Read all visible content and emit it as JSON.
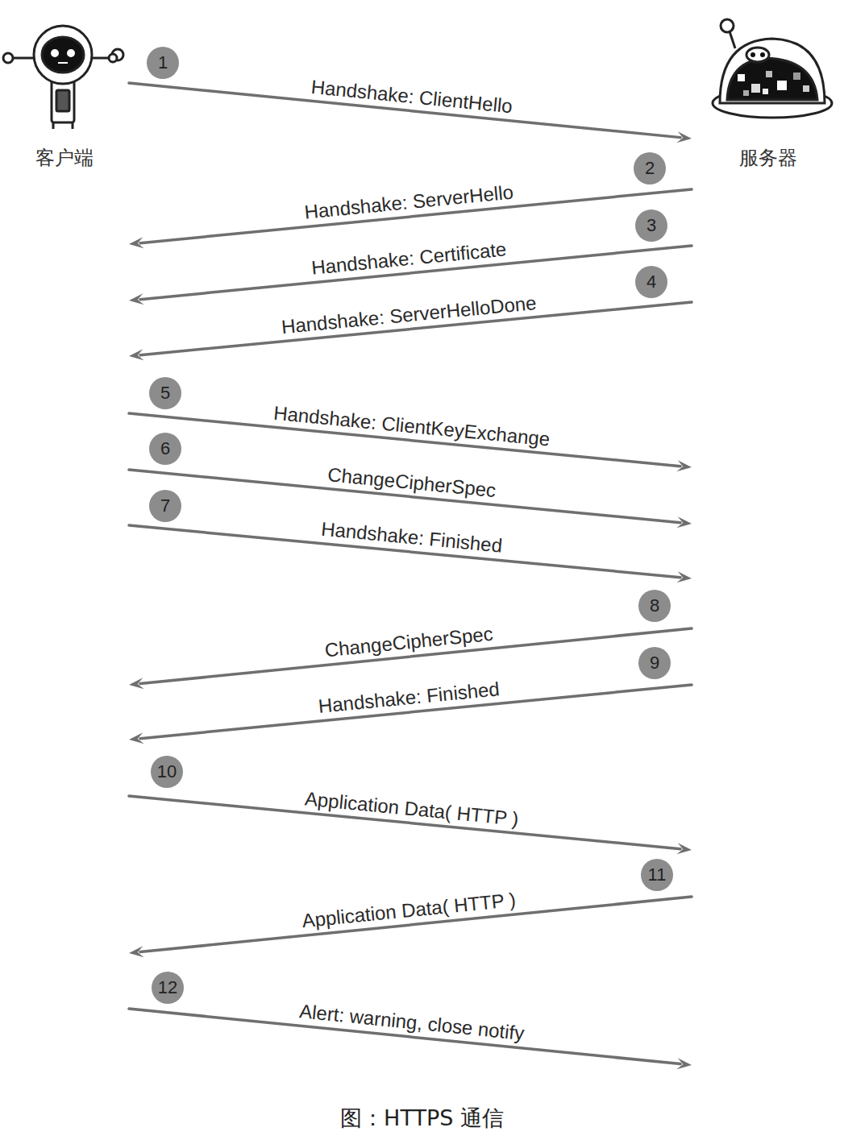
{
  "diagram": {
    "caption": "图：HTTPS 通信",
    "nodes": [
      {
        "text": [
          "客户端"
        ]
      },
      {
        "text": [
          "服务器"
        ]
      }
    ],
    "edges": [
      {
        "from": 0,
        "to": 1,
        "arrow": "to",
        "label": "Handshake: ClientHello"
      },
      {
        "from": 1,
        "to": 0,
        "arrow": "to",
        "label": "Handshake: ServerHello"
      },
      {
        "from": 1,
        "to": 0,
        "arrow": "to",
        "label": "Handshake: Certificate"
      },
      {
        "from": 1,
        "to": 0,
        "arrow": "to",
        "label": "Handshake: ServerHelloDone"
      },
      {
        "from": 0,
        "to": 1,
        "arrow": "to",
        "label": "Handshake: ClientKeyExchange"
      },
      {
        "from": 0,
        "to": 1,
        "arrow": "to",
        "label": "ChangeCipherSpec"
      },
      {
        "from": 0,
        "to": 1,
        "arrow": "to",
        "label": "Handshake: Finished"
      },
      {
        "from": 1,
        "to": 0,
        "arrow": "to",
        "label": "ChangeCipherSpec"
      },
      {
        "from": 1,
        "to": 0,
        "arrow": "to",
        "label": "Handshake: Finished"
      },
      {
        "from": 0,
        "to": 1,
        "arrow": "to",
        "label": "Application Data( HTTP )"
      },
      {
        "from": 1,
        "to": 0,
        "arrow": "to",
        "label": "Application Data( HTTP )"
      },
      {
        "from": 0,
        "to": 1,
        "arrow": "to",
        "label": "Alert: warning, close notify"
      }
    ],
    "labels": [
      "1",
      "2",
      "3",
      "4",
      "5",
      "6",
      "7",
      "8",
      "9",
      "10",
      "11",
      "12"
    ]
  }
}
